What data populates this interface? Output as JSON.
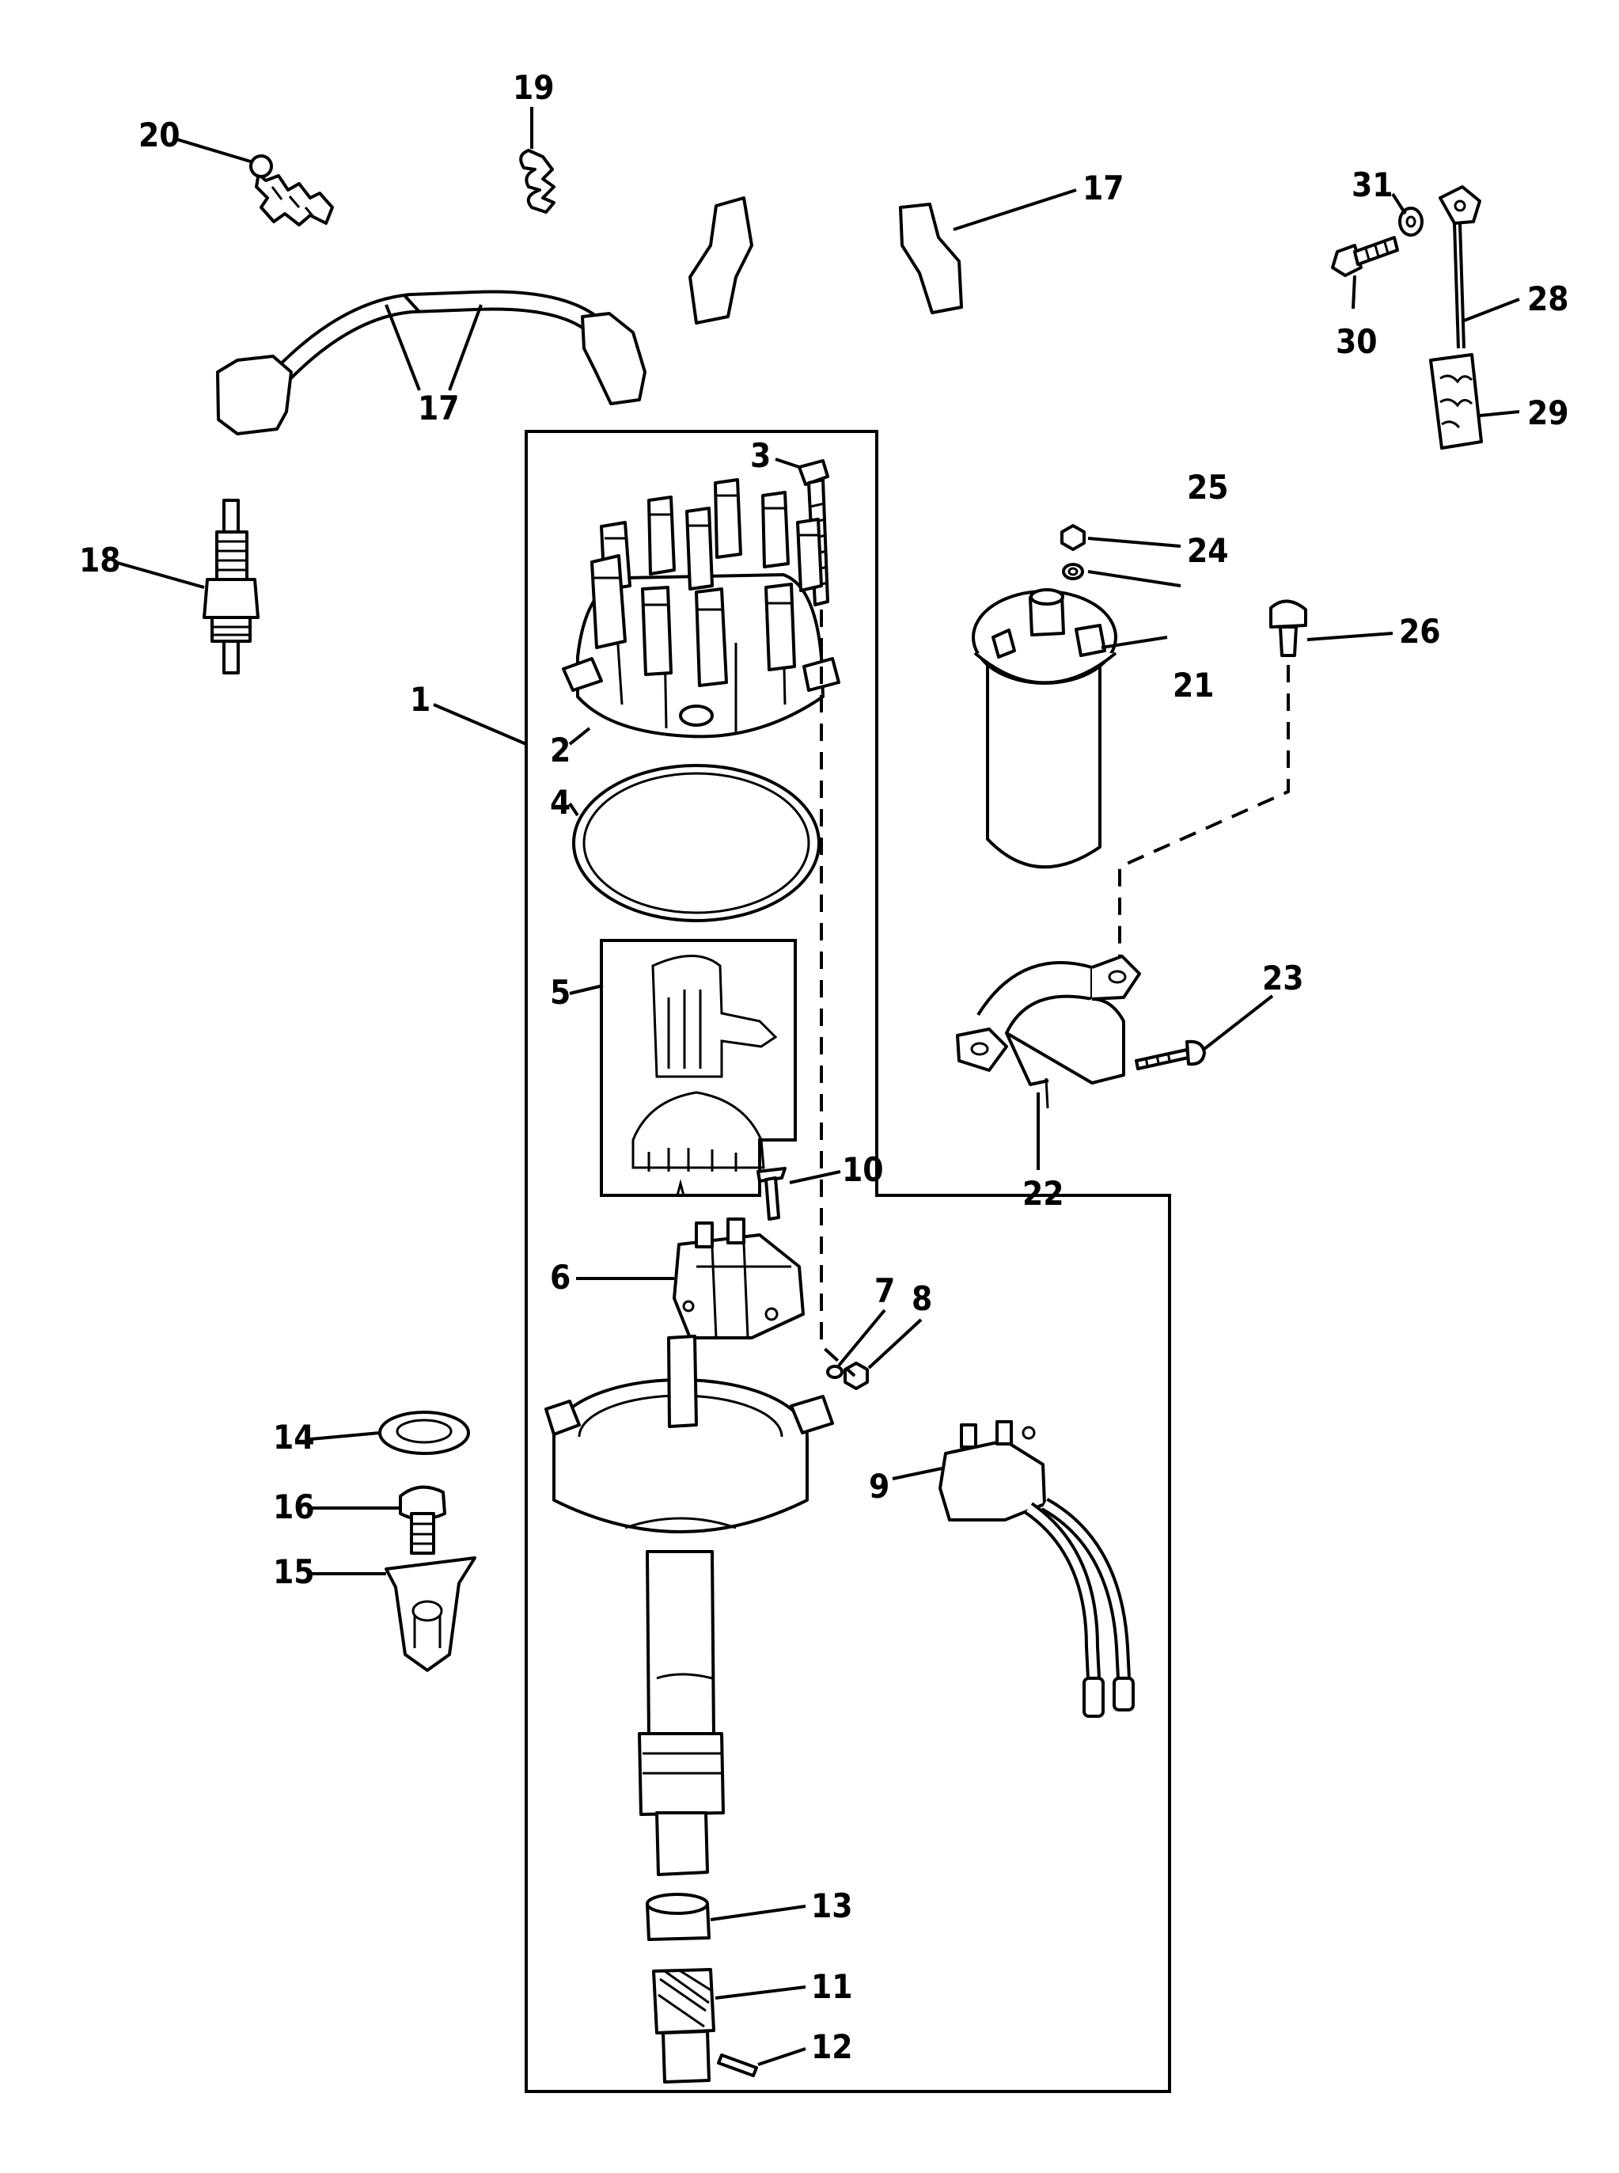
{
  "callouts": {
    "c1": "1",
    "c2": "2",
    "c3": "3",
    "c4": "4",
    "c5": "5",
    "c6": "6",
    "c7": "7",
    "c8": "8",
    "c9": "9",
    "c10": "10",
    "c11": "11",
    "c12": "12",
    "c13": "13",
    "c14": "14",
    "c15": "15",
    "c16": "16",
    "c17a": "17",
    "c17b": "17",
    "c18": "18",
    "c19": "19",
    "c20": "20",
    "c21": "21",
    "c22": "22",
    "c23": "23",
    "c24": "24",
    "c25": "25",
    "c26": "26",
    "c28": "28",
    "c29": "29",
    "c30": "30",
    "c31": "31"
  },
  "colors": {
    "line": "#000000",
    "background": "#ffffff"
  }
}
